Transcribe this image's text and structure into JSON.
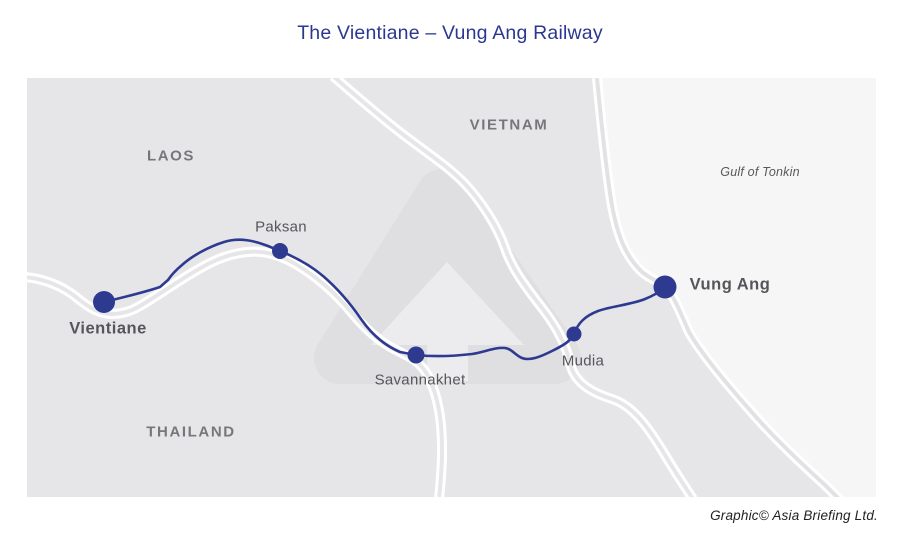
{
  "title": "The Vientiane – Vung Ang Railway",
  "credit": "Graphic© Asia Briefing Ltd.",
  "colors": {
    "title_blue": "#2c3792",
    "railway_navy": "#2e3a8f",
    "land_gray": "#e6e6e8",
    "sea_gray": "#f6f6f7",
    "watermark_gray": "#dfdfe2",
    "region_label_gray": "#76777a",
    "city_label_gray": "#55565a"
  },
  "map": {
    "regions": [
      {
        "label": "LAOS"
      },
      {
        "label": "VIETNAM"
      },
      {
        "label": "THAILAND"
      }
    ],
    "water_label": "Gulf of Tonkin",
    "stations": [
      {
        "label": "Vientiane"
      },
      {
        "label": "Paksan"
      },
      {
        "label": "Savannakhet"
      },
      {
        "label": "Mudia"
      },
      {
        "label": "Vung Ang"
      }
    ]
  }
}
